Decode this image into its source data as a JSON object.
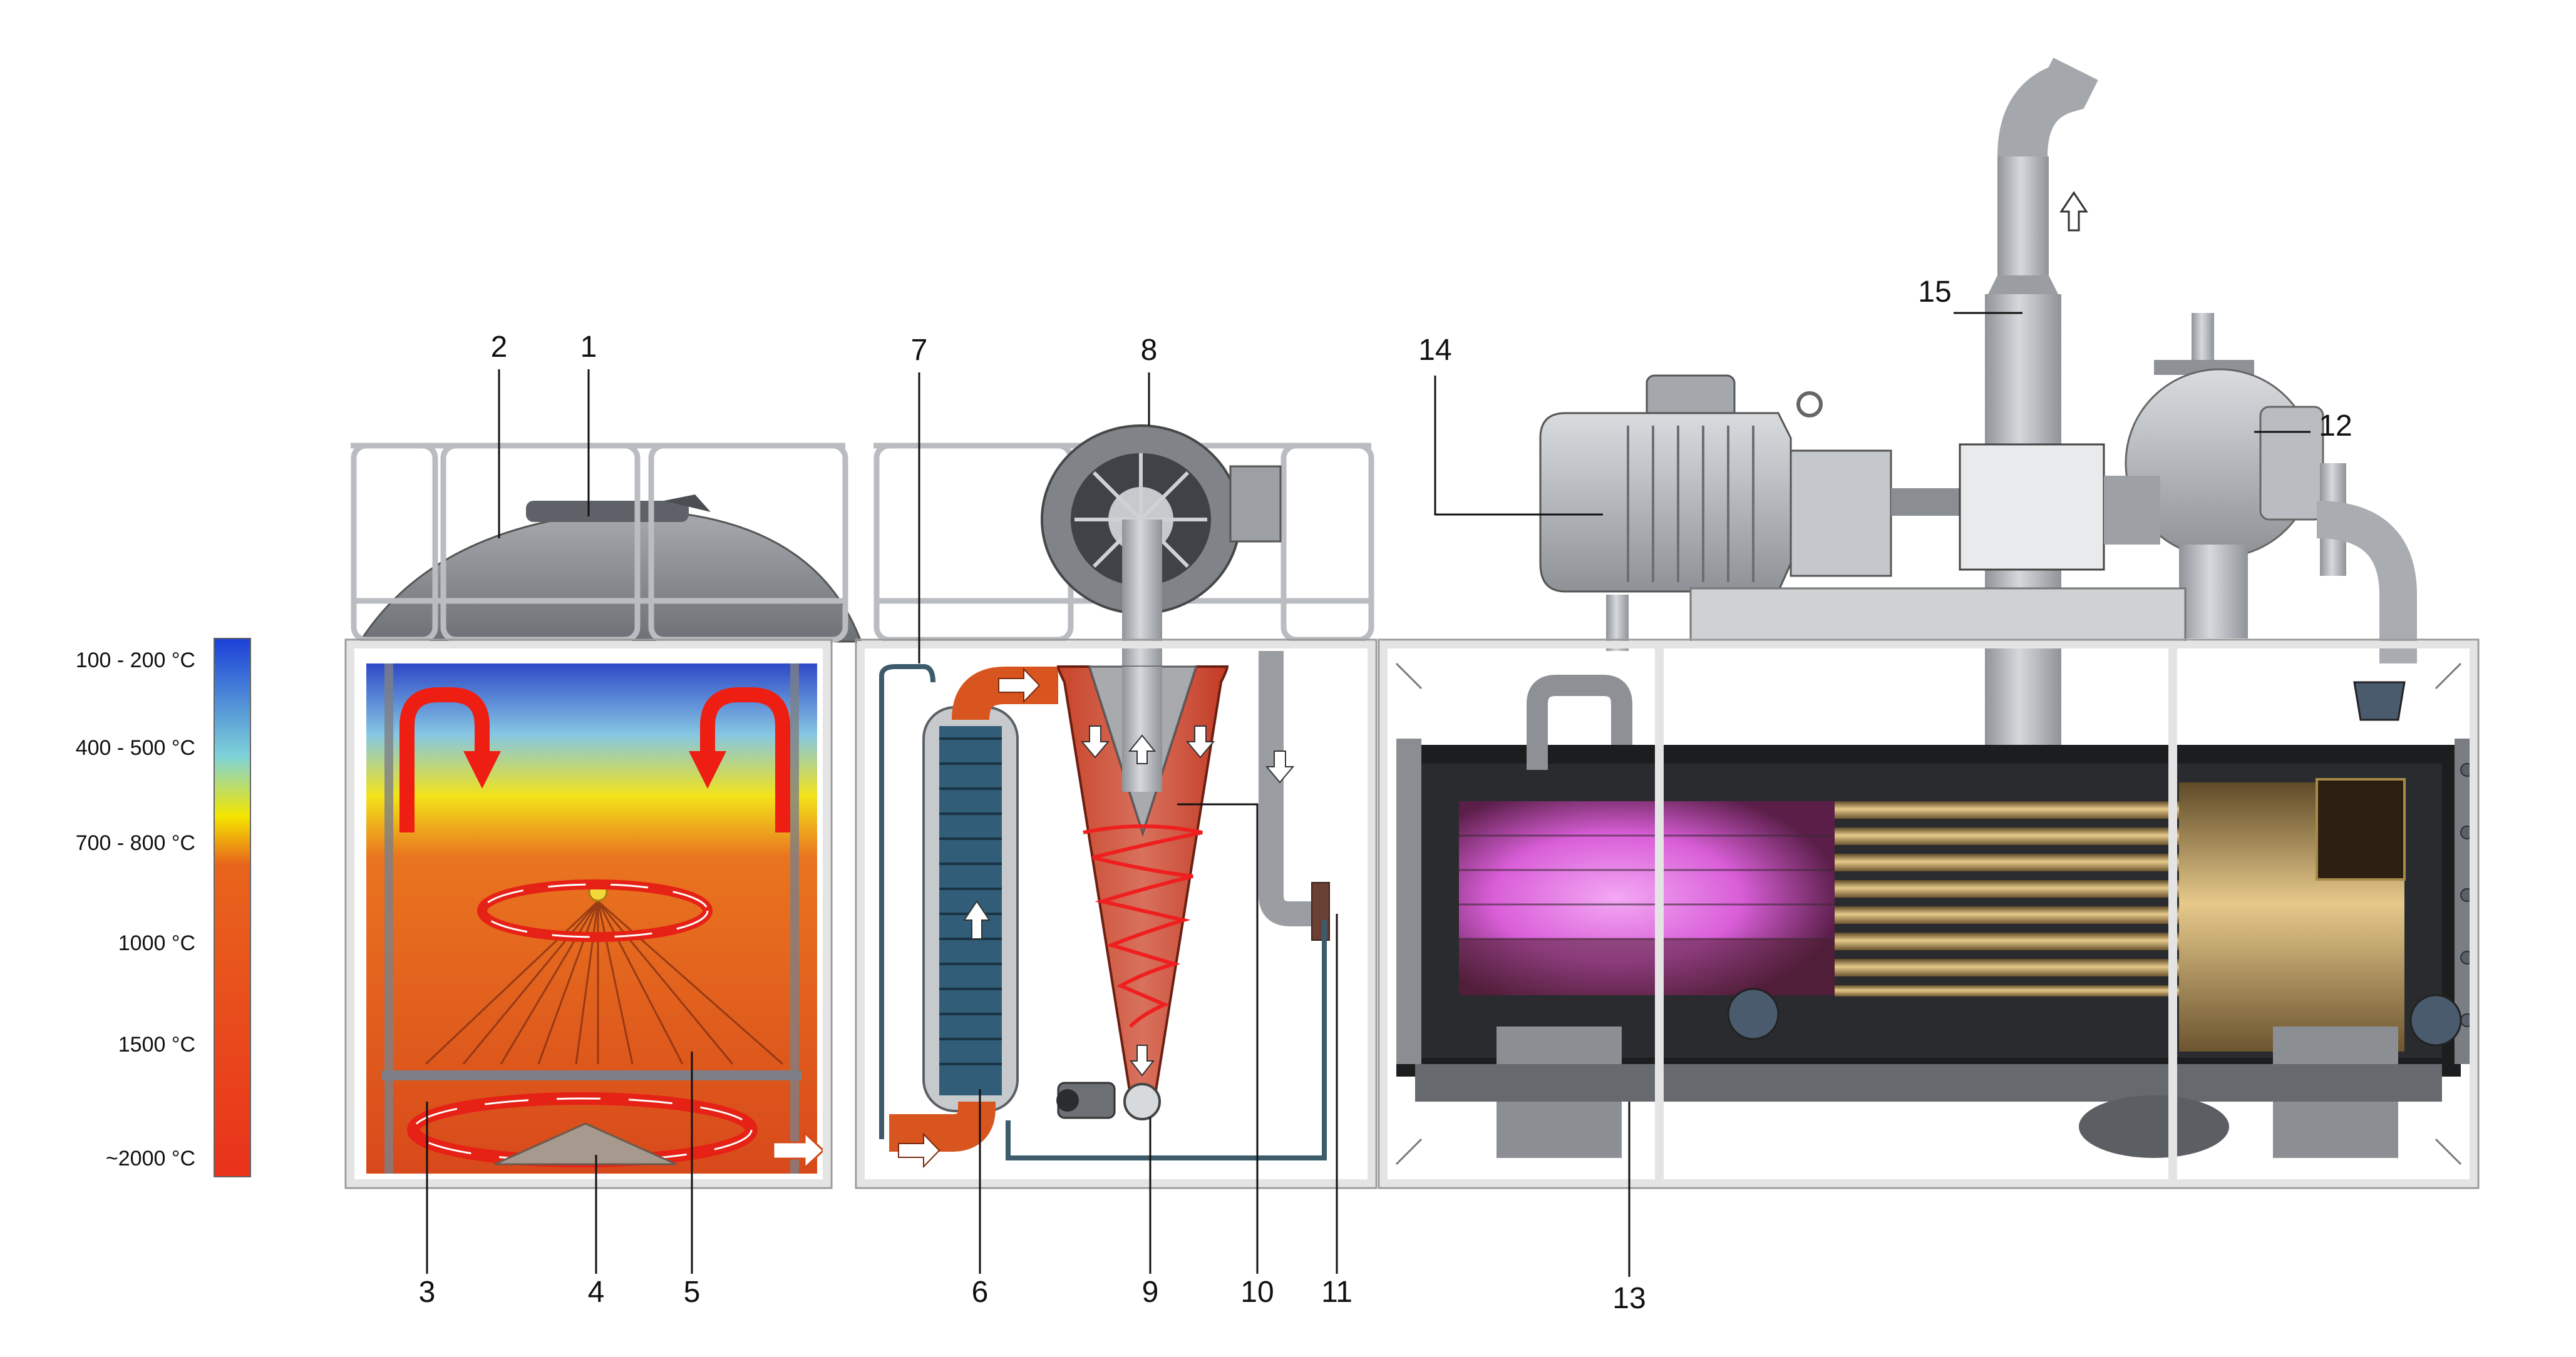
{
  "temperature_scale": {
    "labels": [
      "100 - 200 °C",
      "400 - 500 °C",
      "700 - 800 °C",
      "1000 °C",
      "1500 °C",
      "~2000 °C"
    ],
    "colors": [
      "#1a3fd8",
      "#7fd3d8",
      "#f4e600",
      "#e8651c",
      "#e9321b"
    ]
  },
  "callouts": [
    "1",
    "2",
    "3",
    "4",
    "5",
    "6",
    "7",
    "8",
    "9",
    "10",
    "11",
    "12",
    "13",
    "14",
    "15"
  ],
  "colors": {
    "hot": "#e23a1c",
    "furnace_mid": "#d9601f",
    "cool": "#2e49c8",
    "plasma": "#e86be0",
    "metal": "#b8bcc1",
    "frame": "#e6e6e6",
    "brass": "#c9a255"
  }
}
